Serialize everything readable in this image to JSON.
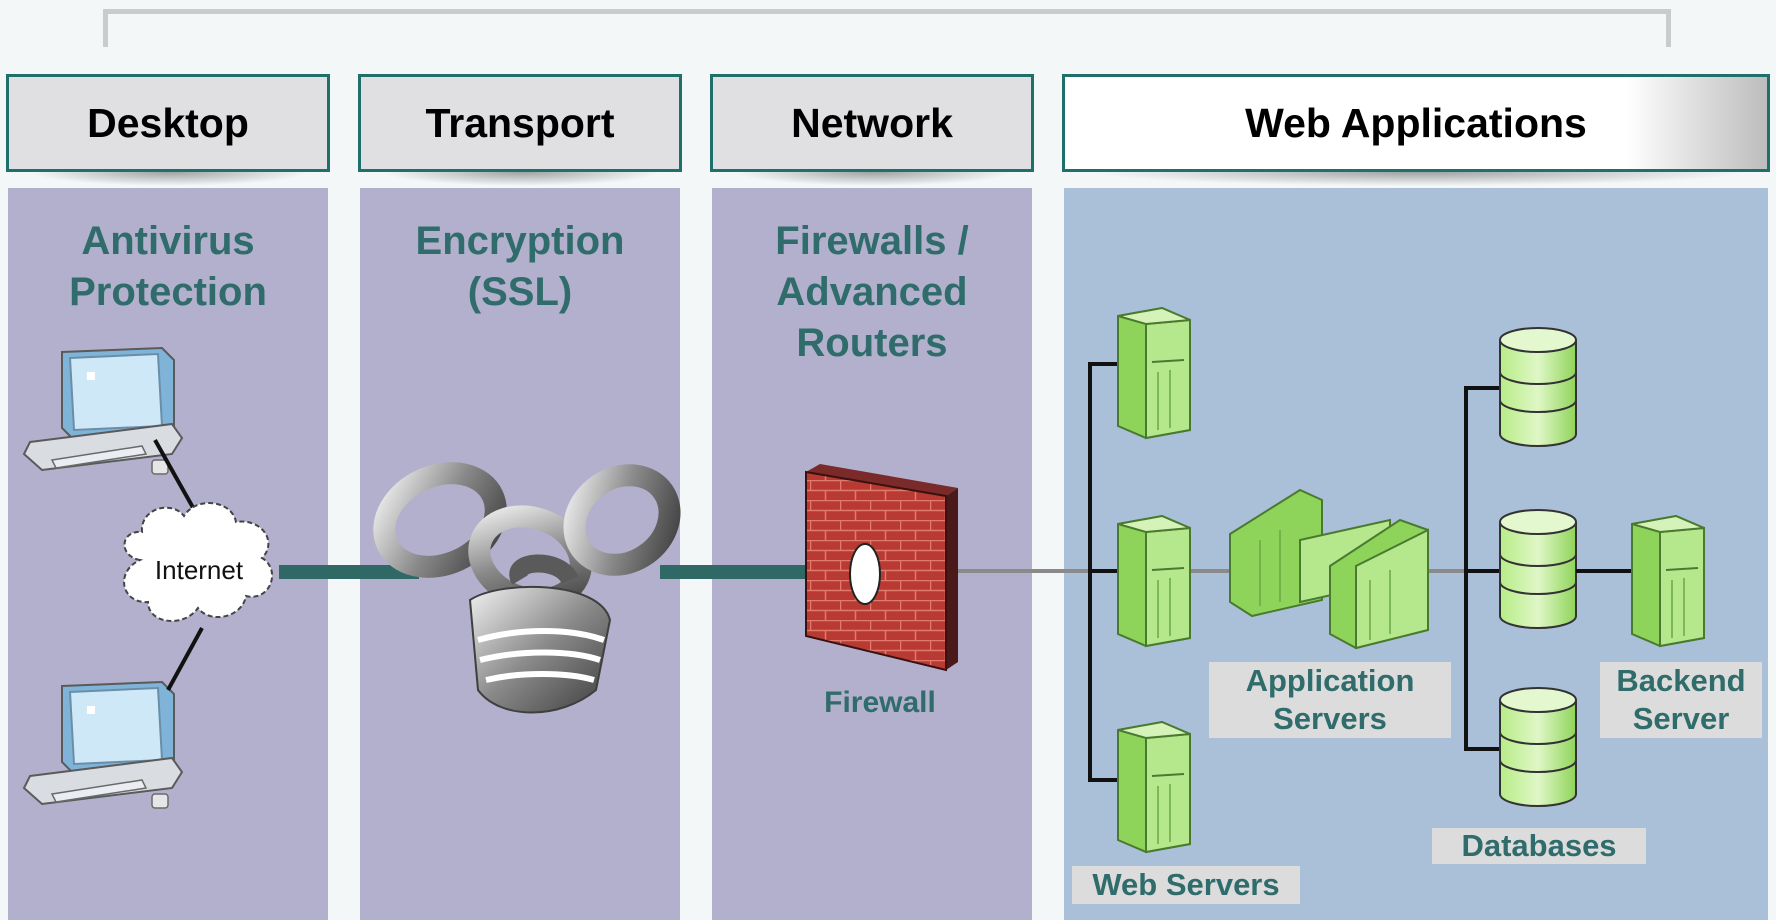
{
  "columns": [
    {
      "header": "Desktop",
      "title": "Antivirus\nProtection"
    },
    {
      "header": "Transport",
      "title": "Encryption\n(SSL)"
    },
    {
      "header": "Network",
      "title": "Firewalls /\nAdvanced\nRouters"
    },
    {
      "header": "Web Applications",
      "title": ""
    }
  ],
  "labels": {
    "internet": "Internet",
    "firewall": "Firewall",
    "app_servers": "Application\nServers",
    "backend_server": "Backend\nServer",
    "databases": "Databases",
    "web_servers": "Web Servers"
  },
  "colors": {
    "header_border": "#1f6f6b",
    "teal_text": "#2f6c6b",
    "column_purple": "#b2b0cc",
    "column_blue": "#a9c0d8",
    "server_green": "#8fd45a",
    "firewall_red": "#b83a32",
    "monitor_blue": "#8fc3e6"
  },
  "icons": [
    "desktop-computer-icon",
    "cloud-icon",
    "chain-padlock-icon",
    "firewall-icon",
    "server-tower-icon",
    "application-server-icon",
    "database-icon"
  ]
}
